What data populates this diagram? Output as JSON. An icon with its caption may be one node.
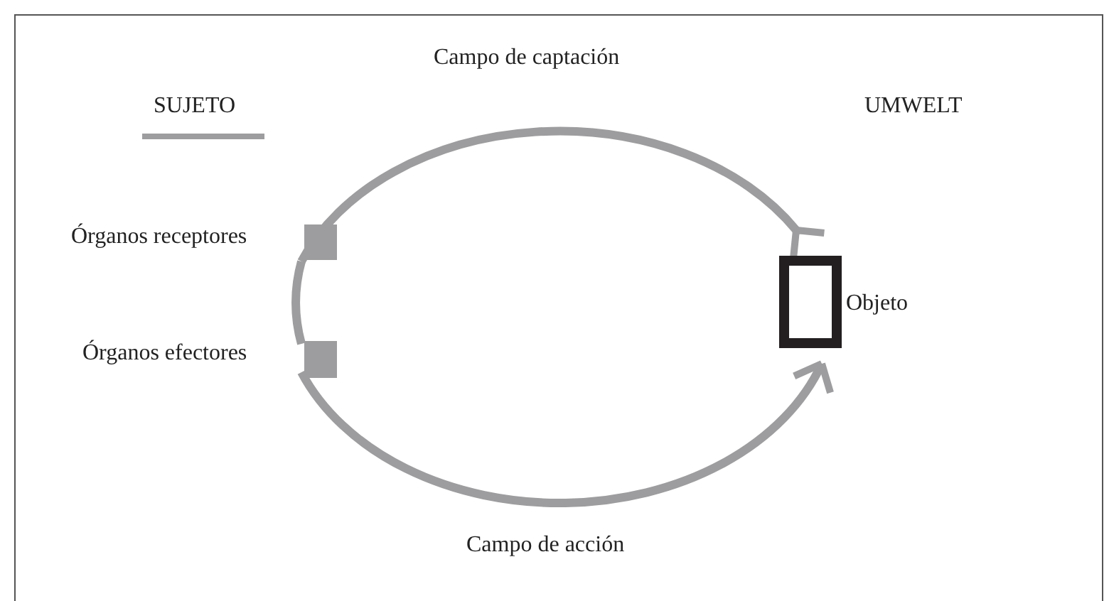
{
  "diagram": {
    "nodes": [
      {
        "text": [
          "Órganos receptores"
        ]
      },
      {
        "text": [
          "Órganos efectores"
        ]
      },
      {
        "text": [
          "Objeto"
        ]
      }
    ],
    "edges": [
      {
        "from": 2,
        "to": 0,
        "arrow": "other",
        "label": "Campo de captación"
      },
      {
        "from": 0,
        "to": 1,
        "arrow": "none"
      },
      {
        "from": 1,
        "to": 2,
        "arrow": "to",
        "label": "Campo de acción"
      }
    ],
    "labels": [
      "SUJETO",
      "UMWELT"
    ]
  }
}
